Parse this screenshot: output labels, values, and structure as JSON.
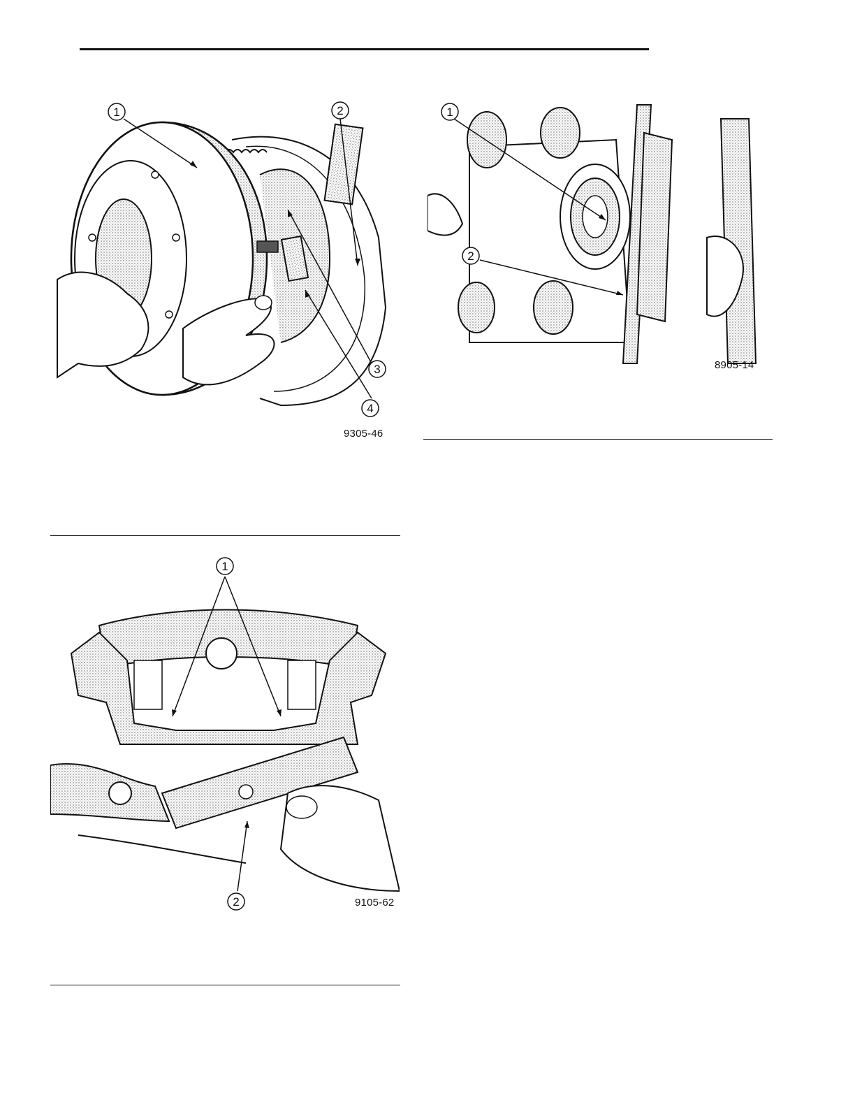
{
  "figures": [
    {
      "id": "9305-46",
      "subject": "brake-drum-removal",
      "callouts": [
        "1",
        "2",
        "3",
        "4"
      ]
    },
    {
      "id": "8905-14",
      "subject": "caliper-piston-and-pad",
      "callouts": [
        "1",
        "2"
      ]
    },
    {
      "id": "9105-62",
      "subject": "brake-shoe-and-lever",
      "callouts": [
        "1",
        "2"
      ]
    }
  ],
  "colors": {
    "ink": "#111111",
    "shade": "#c8c8c8",
    "paper": "#ffffff"
  }
}
